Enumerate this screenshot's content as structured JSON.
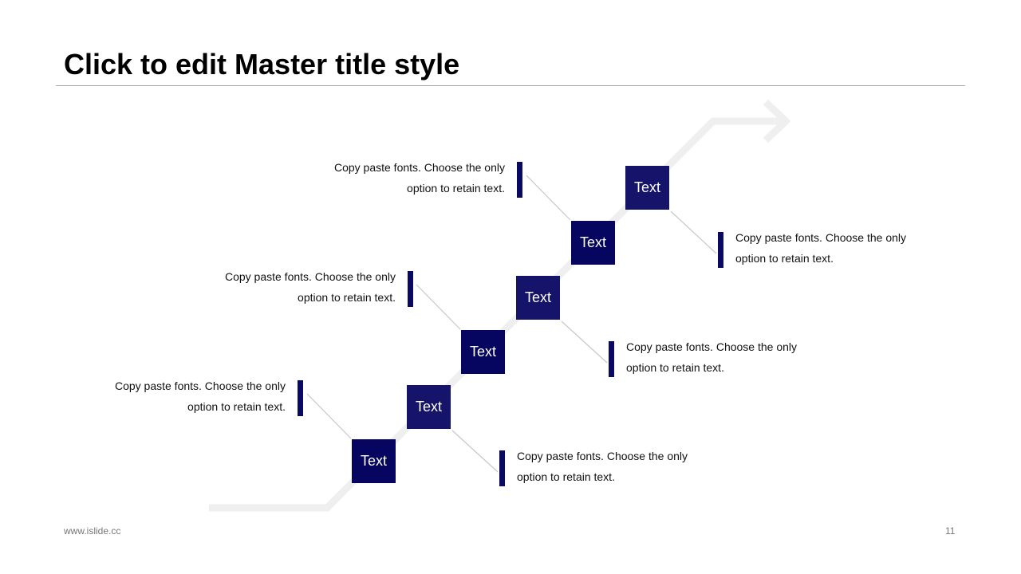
{
  "title": "Click to edit Master title style",
  "steps": [
    {
      "label": "Text",
      "color": "#060660",
      "desc1": "Copy paste fonts. Choose the only",
      "desc2": "option to retain text."
    },
    {
      "label": "Text",
      "color": "#16146a",
      "desc1": "Copy paste fonts. Choose the only",
      "desc2": "option to retain text."
    },
    {
      "label": "Text",
      "color": "#060660",
      "desc1": "Copy paste fonts. Choose the only",
      "desc2": "option to retain text."
    },
    {
      "label": "Text",
      "color": "#16146a",
      "desc1": "Copy paste fonts. Choose the only",
      "desc2": "option to retain text."
    },
    {
      "label": "Text",
      "color": "#060660",
      "desc1": "Copy paste fonts. Choose the only",
      "desc2": "option to retain text."
    },
    {
      "label": "Text",
      "color": "#16146a",
      "desc1": "Copy paste fonts. Choose the only",
      "desc2": "option to retain text."
    }
  ],
  "footer": {
    "url": "www.islide.cc",
    "page": "11"
  }
}
